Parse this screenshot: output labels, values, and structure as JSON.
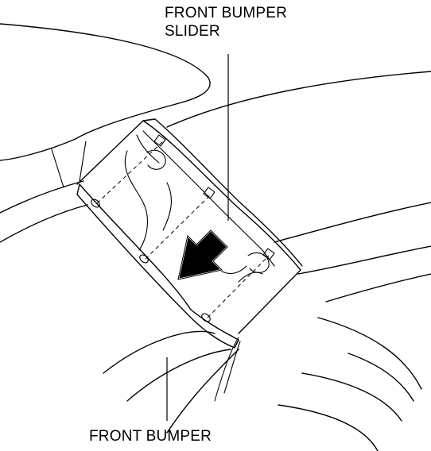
{
  "labels": {
    "slider_line1": "FRONT BUMPER",
    "slider_line2": "SLIDER",
    "bumper": "FRONT BUMPER"
  },
  "arrow": {
    "fill_color": "#000000",
    "meaning": "removal direction"
  }
}
